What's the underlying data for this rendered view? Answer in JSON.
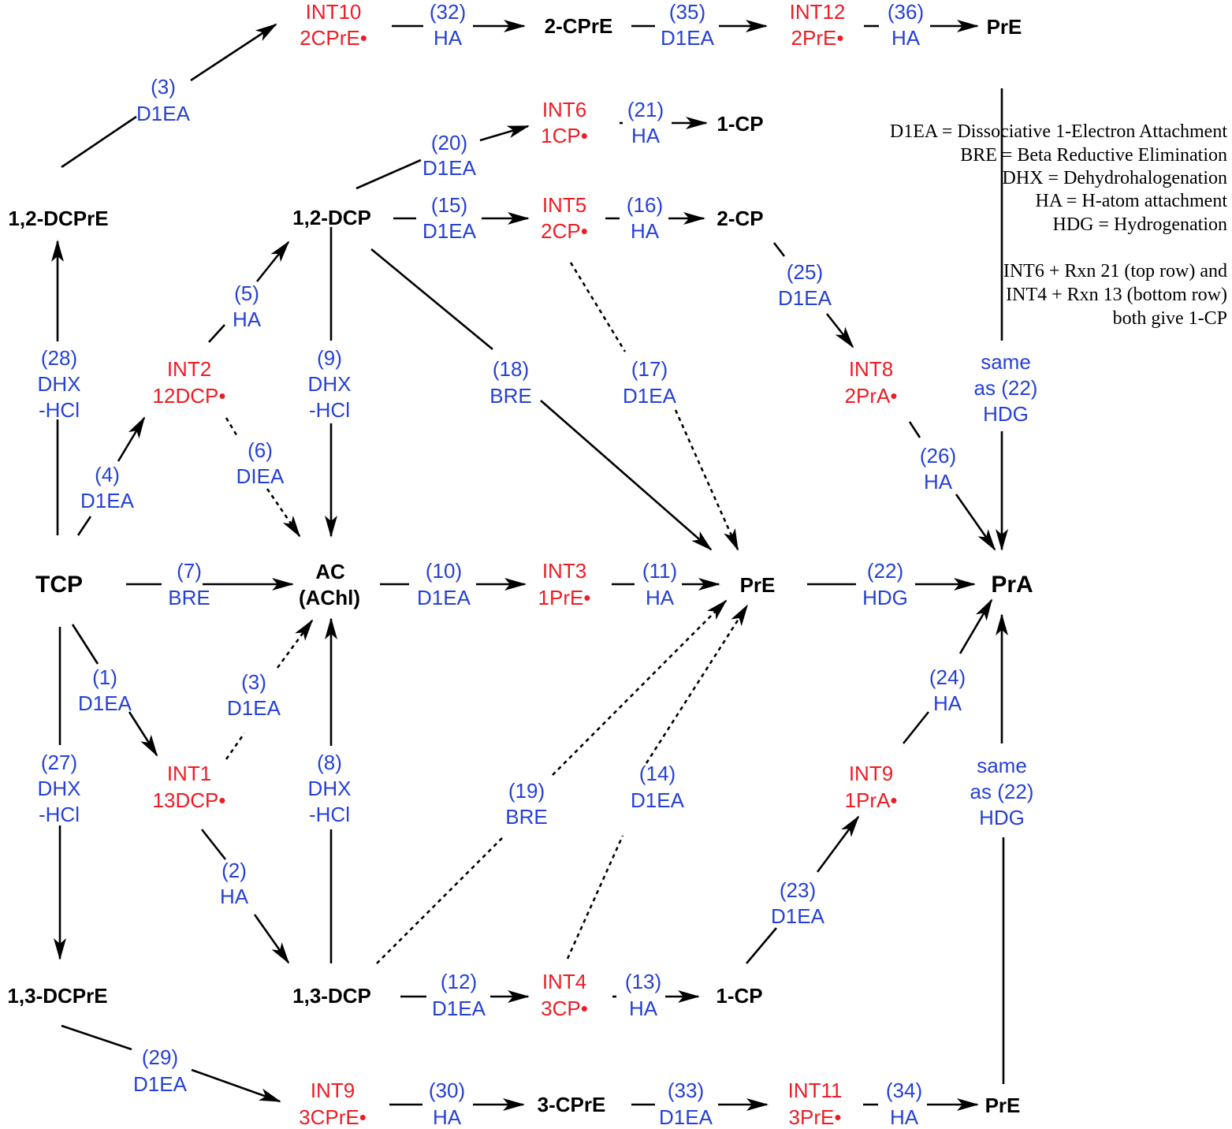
{
  "nodes": {
    "tcp": "TCP",
    "ac_line1": "AC",
    "ac_line2": "(AChl)",
    "pre_mid": "PrE",
    "pra": "PrA",
    "dcp12": "1,2-DCP",
    "dcp13": "1,3-DCP",
    "dcpre12": "1,2-DCPrE",
    "dcpre13": "1,3-DCPrE",
    "cpre2": "2-CPrE",
    "cpre3": "3-CPrE",
    "pre_top": "PrE",
    "pre_bottom": "PrE",
    "cp1_top": "1-CP",
    "cp2": "2-CP",
    "cp1_bottom": "1-CP"
  },
  "intermediates": {
    "int10": [
      "INT10",
      "2CPrE•"
    ],
    "int12": [
      "INT12",
      "2PrE•"
    ],
    "int6": [
      "INT6",
      "1CP•"
    ],
    "int5": [
      "INT5",
      "2CP•"
    ],
    "int2": [
      "INT2",
      "12DCP•"
    ],
    "int8": [
      "INT8",
      "2PrA•"
    ],
    "int3": [
      "INT3",
      "1PrE•"
    ],
    "int1": [
      "INT1",
      "13DCP•"
    ],
    "int9_right": [
      "INT9",
      "1PrA•"
    ],
    "int4": [
      "INT4",
      "3CP•"
    ],
    "int9_bottom": [
      "INT9",
      "3CPrE•"
    ],
    "int11": [
      "INT11",
      "3PrE•"
    ]
  },
  "reactions": {
    "r3_top": [
      "(3)",
      "D1EA"
    ],
    "r32": [
      "(32)",
      "HA"
    ],
    "r35": [
      "(35)",
      "D1EA"
    ],
    "r36": [
      "(36)",
      "HA"
    ],
    "r20": [
      "(20)",
      "D1EA"
    ],
    "r21": [
      "(21)",
      "HA"
    ],
    "r15": [
      "(15)",
      "D1EA"
    ],
    "r16": [
      "(16)",
      "HA"
    ],
    "r25": [
      "(25)",
      "D1EA"
    ],
    "r5": [
      "(5)",
      "HA"
    ],
    "r28": [
      "(28)",
      "DHX",
      "-HCl"
    ],
    "r9": [
      "(9)",
      "DHX",
      "-HCl"
    ],
    "r18": [
      "(18)",
      "BRE"
    ],
    "r17": [
      "(17)",
      "D1EA"
    ],
    "r_same_top": [
      "same",
      "as (22)",
      "HDG"
    ],
    "r6": [
      "(6)",
      "DIEA"
    ],
    "r4": [
      "(4)",
      "D1EA"
    ],
    "r26": [
      "(26)",
      "HA"
    ],
    "r7": [
      "(7)",
      "BRE"
    ],
    "r10": [
      "(10)",
      "D1EA"
    ],
    "r11": [
      "(11)",
      "HA"
    ],
    "r22": [
      "(22)",
      "HDG"
    ],
    "r1": [
      "(1)",
      "D1EA"
    ],
    "r3_mid": [
      "(3)",
      "D1EA"
    ],
    "r24": [
      "(24)",
      "HA"
    ],
    "r27": [
      "(27)",
      "DHX",
      "-HCl"
    ],
    "r8": [
      "(8)",
      "DHX",
      "-HCl"
    ],
    "r14": [
      "(14)",
      "D1EA"
    ],
    "r19": [
      "(19)",
      "BRE"
    ],
    "r_same_bottom": [
      "same",
      "as (22)",
      "HDG"
    ],
    "r2": [
      "(2)",
      "HA"
    ],
    "r23": [
      "(23)",
      "D1EA"
    ],
    "r12": [
      "(12)",
      "D1EA"
    ],
    "r13": [
      "(13)",
      "HA"
    ],
    "r29": [
      "(29)",
      "D1EA"
    ],
    "r30": [
      "(30)",
      "HA"
    ],
    "r33": [
      "(33)",
      "D1EA"
    ],
    "r34": [
      "(34)",
      "HA"
    ]
  },
  "legend": {
    "l1": "D1EA = Dissociative 1-Electron  Attachment",
    "l2": "BRE = Beta Reductive Elimination",
    "l3": "DHX = Dehydrohalogenation",
    "l4": "HA = H-atom attachment",
    "l5": "HDG = Hydrogenation",
    "n1": "INT6 + Rxn 21 (top row) and",
    "n2": "INT4 + Rxn 13 (bottom row)",
    "n3": "both give 1-CP"
  },
  "colors": {
    "compound": "#000000",
    "intermediate": "#ee1c24",
    "reaction_label": "#2541d6"
  }
}
